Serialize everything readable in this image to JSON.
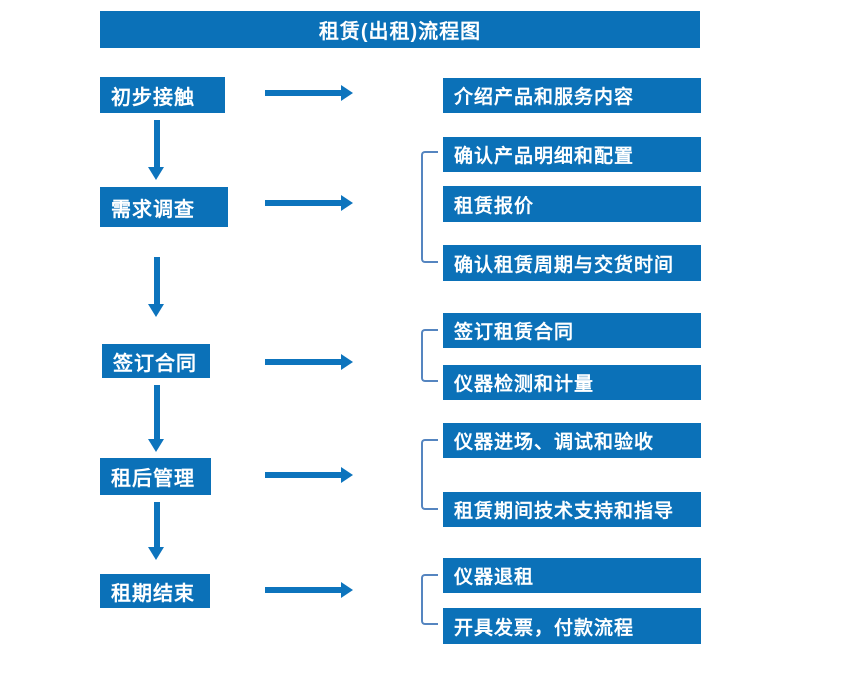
{
  "title": "租赁(出租)流程图",
  "colors": {
    "box_blue": "#0b71b8",
    "arrow_blue": "#0d74bd",
    "bracket_blue": "#5585c0",
    "text_white": "#ffffff",
    "background": "#ffffff"
  },
  "steps": [
    {
      "label": "初步接触",
      "details": [
        "介绍产品和服务内容"
      ]
    },
    {
      "label": "需求调查",
      "details": [
        "确认产品明细和配置",
        "租赁报价",
        "确认租赁周期与交货时间"
      ]
    },
    {
      "label": "签订合同",
      "details": [
        "签订租赁合同",
        "仪器检测和计量"
      ]
    },
    {
      "label": "租后管理",
      "details": [
        "仪器进场、调试和验收",
        "租赁期间技术支持和指导"
      ]
    },
    {
      "label": "租期结束",
      "details": [
        "仪器退租",
        "开具发票，付款流程"
      ]
    }
  ]
}
